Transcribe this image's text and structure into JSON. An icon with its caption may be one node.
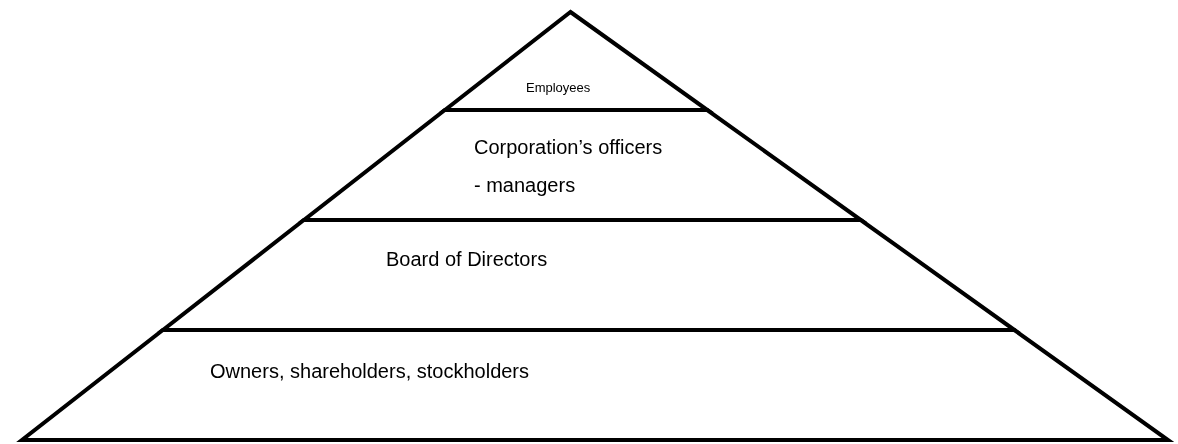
{
  "diagram": {
    "nodes": [
      {
        "text": [
          "Employees"
        ]
      },
      {
        "text": [
          "Corporation’s officers - managers"
        ]
      },
      {
        "text": [
          "Board of Directors"
        ]
      },
      {
        "text": [
          "Owners, shareholders, stockholders"
        ]
      }
    ]
  }
}
